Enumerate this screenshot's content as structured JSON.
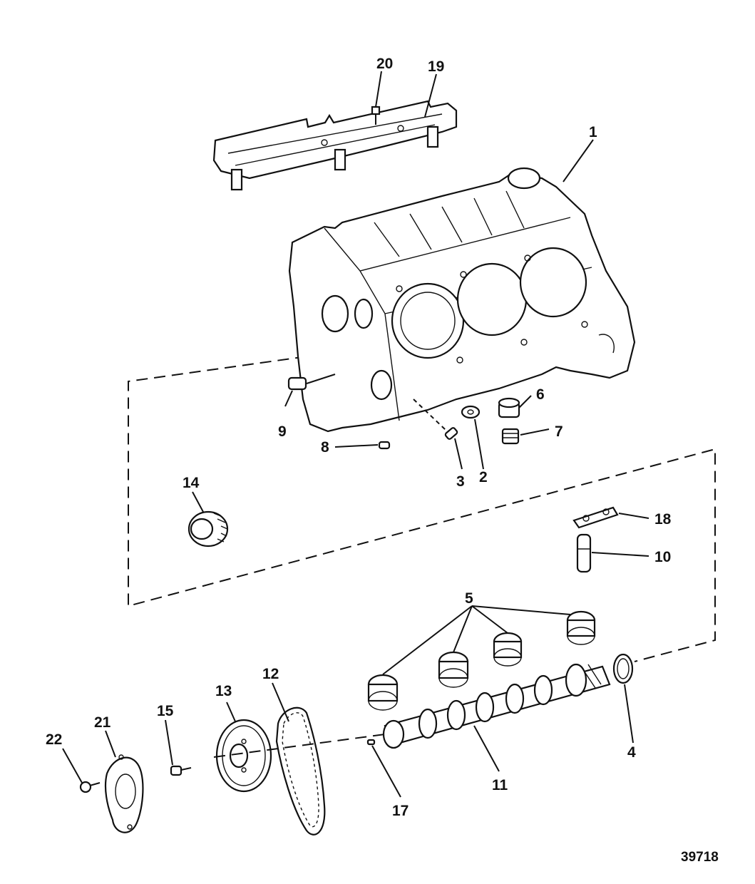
{
  "figure_number": "39718",
  "callouts": [
    {
      "id": "c1",
      "text": "1"
    },
    {
      "id": "c2",
      "text": "2"
    },
    {
      "id": "c3",
      "text": "3"
    },
    {
      "id": "c4",
      "text": "4"
    },
    {
      "id": "c5",
      "text": "5"
    },
    {
      "id": "c6",
      "text": "6"
    },
    {
      "id": "c7",
      "text": "7"
    },
    {
      "id": "c8",
      "text": "8"
    },
    {
      "id": "c9",
      "text": "9"
    },
    {
      "id": "c10",
      "text": "10"
    },
    {
      "id": "c11",
      "text": "11"
    },
    {
      "id": "c12",
      "text": "12"
    },
    {
      "id": "c13",
      "text": "13"
    },
    {
      "id": "c14",
      "text": "14"
    },
    {
      "id": "c15",
      "text": "15"
    },
    {
      "id": "c17",
      "text": "17"
    },
    {
      "id": "c18",
      "text": "18"
    },
    {
      "id": "c19",
      "text": "19"
    },
    {
      "id": "c20",
      "text": "20"
    },
    {
      "id": "c21",
      "text": "21"
    },
    {
      "id": "c22",
      "text": "22"
    }
  ]
}
